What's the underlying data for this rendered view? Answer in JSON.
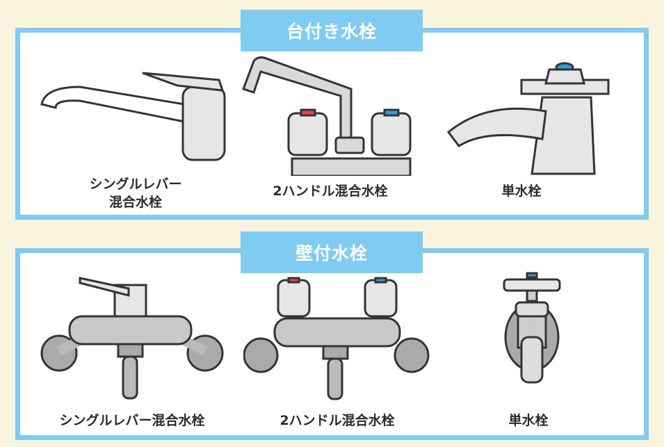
{
  "sections": [
    {
      "title": "台付き水栓",
      "items": [
        {
          "label_line1": "シングルレバー",
          "label_line2": "混合水栓"
        },
        {
          "label": "2ハンドル混合水栓"
        },
        {
          "label": "単水栓"
        }
      ]
    },
    {
      "title": "壁付水栓",
      "items": [
        {
          "label": "シングルレバー混合水栓"
        },
        {
          "label": "2ハンドル混合水栓"
        },
        {
          "label": "単水栓"
        }
      ]
    }
  ],
  "colors": {
    "background": "#f8f3dc",
    "accent": "#80cbf2",
    "hot": "#e8474f",
    "cold": "#2f9fd8",
    "metal": "#d9d9d9"
  }
}
